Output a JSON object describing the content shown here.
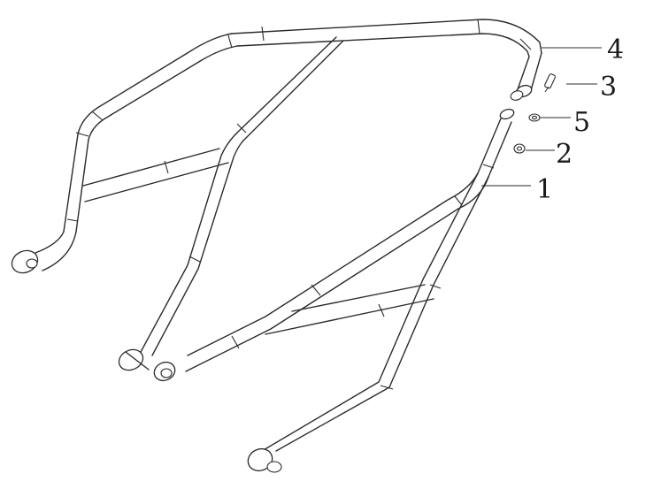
{
  "callouts": [
    {
      "id": "1",
      "label": "1"
    },
    {
      "id": "2",
      "label": "2"
    },
    {
      "id": "3",
      "label": "3"
    },
    {
      "id": "4",
      "label": "4"
    },
    {
      "id": "5",
      "label": "5"
    }
  ],
  "colors": {
    "line": "#2b2b2b",
    "background": "#ffffff"
  }
}
